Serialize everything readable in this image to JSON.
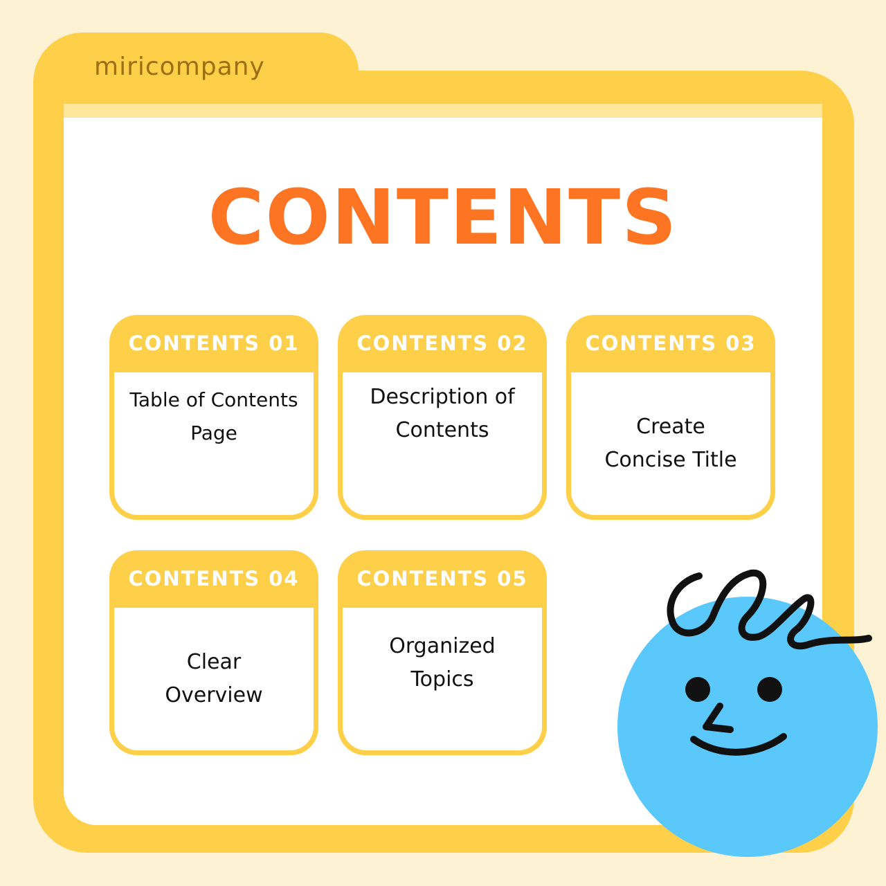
{
  "brand": "miricompany",
  "title": "CONTENTS",
  "cards": [
    {
      "label": "CONTENTS 01",
      "text": "Table of Contents Page"
    },
    {
      "label": "CONTENTS 02",
      "text": "Description of Contents"
    },
    {
      "label": "CONTENTS 03",
      "text": "Create Concise Title"
    },
    {
      "label": "CONTENTS 04",
      "text": "Clear Overview"
    },
    {
      "label": "CONTENTS 05",
      "text": "Organized Topics"
    }
  ],
  "colors": {
    "background": "#fdf2d3",
    "folder": "#fecf49",
    "accent": "#fd7423",
    "character": "#5bc8fb"
  },
  "character_icon": "smiling-face-illustration"
}
